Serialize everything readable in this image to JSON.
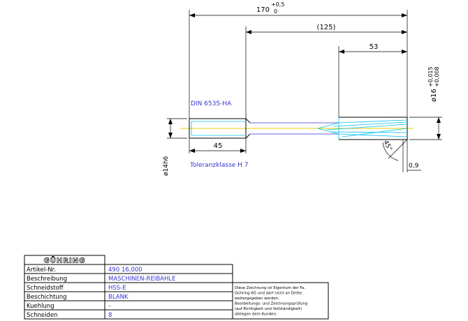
{
  "drawing": {
    "labels": {
      "standard": "DIN 6535-HA",
      "tolerance_class": "Toleranzklasse H 7"
    },
    "dimensions": {
      "overall_length": "170",
      "overall_length_tol_upper": "+0,5",
      "overall_length_tol_lower": "0",
      "neck_length": "(125)",
      "cutting_length": "53",
      "shank_length": "45",
      "cutting_diameter": "ø16",
      "cutting_diameter_tol_upper": "+0,015",
      "cutting_diameter_tol_lower": "+0,008",
      "shank_diameter": "ø14h6",
      "chamfer_angle": "45°",
      "chamfer_length": "0,9"
    }
  },
  "title_block": {
    "logo": "GÜHRING",
    "rows": [
      {
        "label": "Artikel-Nr.",
        "value": "490 16,000"
      },
      {
        "label": "Beschreibung",
        "value": "MASCHINEN-REIBAHLE"
      },
      {
        "label": "Schneidstoff",
        "value": "HSS-E"
      },
      {
        "label": "Beschichtung",
        "value": "BLANK"
      },
      {
        "label": "Kuehlung",
        "value": "–"
      },
      {
        "label": "Schneiden",
        "value": "8"
      }
    ],
    "notice_lines": [
      "Diese Zeichnung ist Eigentum der Fa.",
      "Gühring KG und darf nicht an Dritte",
      "weitergegeben werden.",
      "Bearbeitungs- und Zeichnungsprüfung",
      "(auf Richtigkeit und Vollständigkeit)",
      "obliegen dem Kunden."
    ]
  },
  "colors": {
    "outline": "#000000",
    "annotation_text": "#3535d0",
    "flute_lines": "#00c0f0",
    "center_line": "#e6d200"
  }
}
